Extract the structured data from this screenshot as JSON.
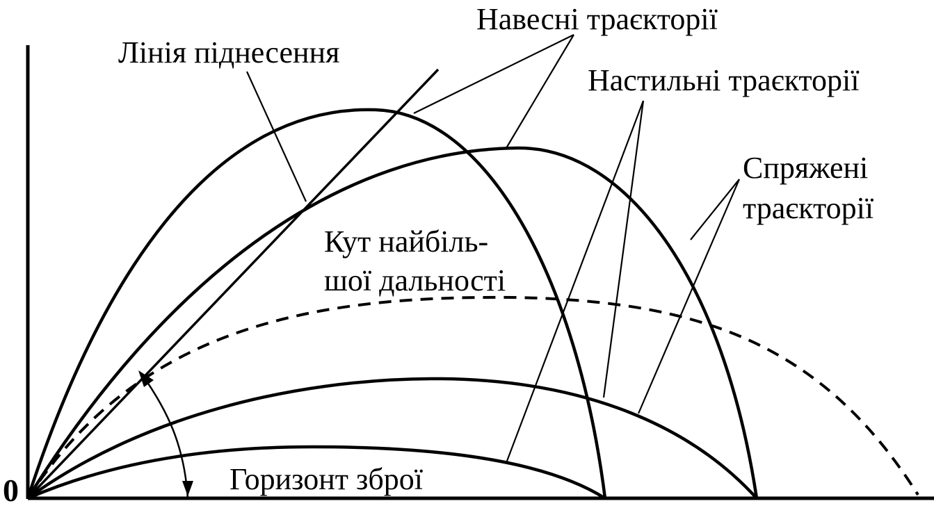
{
  "labels": {
    "hanging": "Навесні траєкторії",
    "elevation": "Лінія піднесення",
    "flat": "Настильні траєкторії",
    "conjugate_line1": "Спряжені",
    "conjugate_line2": "траєкторії",
    "max_range_line1": "Кут найбіль-",
    "max_range_line2": "шої дальності",
    "horizon": "Горизонт зброї",
    "origin": "0"
  },
  "colors": {
    "ink": "#000000",
    "background": "#ffffff"
  }
}
